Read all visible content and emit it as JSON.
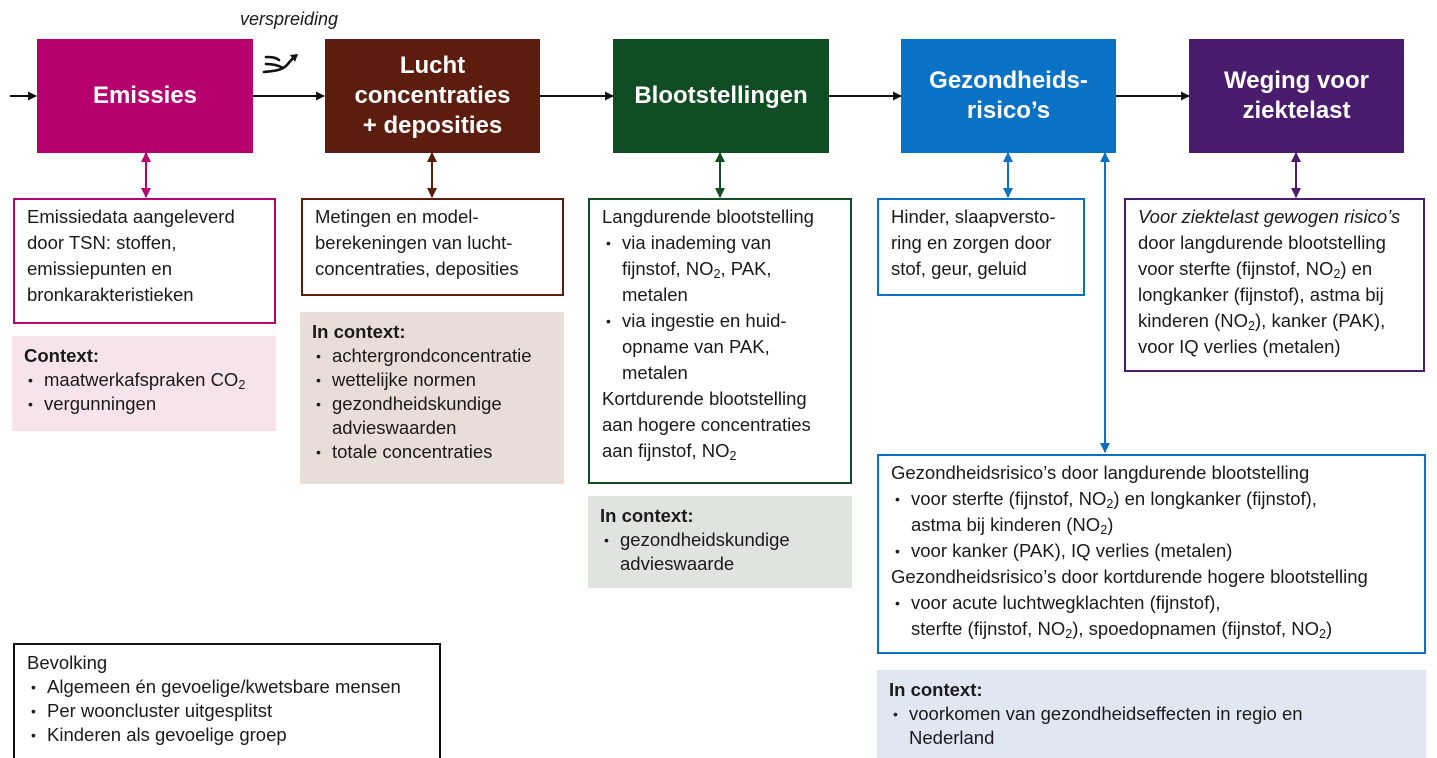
{
  "colors": {
    "emissies": "#B5006E",
    "lucht": "#5C1D0E",
    "blootstelling": "#114D24",
    "gezondheid": "#0A72C4",
    "weging": "#4A1C6E",
    "ctx_emissies": "#F6E3EC",
    "ctx_lucht": "#E8DDD8",
    "ctx_blootstelling": "#DFE4DF",
    "ctx_gezondheid": "#E1E6F3"
  },
  "flow": {
    "verspreiding_label": "verspreiding",
    "wind_icon": "wind-icon",
    "stages": {
      "emissies": "Emissies",
      "lucht": [
        "Lucht",
        "concentraties",
        "+ deposities"
      ],
      "blootstelling": "Blootstellingen",
      "gezondheid": [
        "Gezondheids-",
        "risico’s"
      ],
      "weging": [
        "Weging voor",
        "ziektelast"
      ]
    }
  },
  "descriptions": {
    "emissies": [
      "Emissiedata aangeleverd",
      "door TSN: stoffen,",
      "emissiepunten en",
      "bronkarakteristieken"
    ],
    "lucht": [
      "Metingen en model-",
      "berekeningen van lucht-",
      "concentraties, deposities"
    ],
    "blootstelling": {
      "heading1": "Langdurende blootstelling",
      "b1": [
        "via inademing van",
        "fijnstof, NO",
        ", PAK,",
        "metalen"
      ],
      "b2": [
        "via ingestie en huid-",
        "opname van PAK,",
        "metalen"
      ],
      "heading2": "Kortdurende blootstelling",
      "tail": [
        "aan hogere concentraties",
        "aan fijnstof, NO"
      ],
      "sub2": "2"
    },
    "gezondheid": [
      "Hinder, slaapversto-",
      "ring en zorgen door",
      "stof, geur, geluid"
    ],
    "weging": {
      "italic": "Voor ziektelast gewogen risico’s",
      "lines": [
        "door langdurende blootstelling",
        "voor sterfte (fijnstof, NO",
        ") en",
        "longkanker (fijnstof), astma bij",
        "kinderen (NO",
        "), kanker (PAK),",
        "voor IQ verlies (metalen)"
      ],
      "sub2": "2"
    },
    "risks": {
      "heading1": "Gezondheidsrisico’s door langdurende blootstelling",
      "b1": [
        "voor sterfte (fijnstof, NO",
        ") en longkanker (fijnstof),",
        "astma bij kinderen (NO",
        ")"
      ],
      "b2": "voor kanker (PAK), IQ verlies (metalen)",
      "heading2": "Gezondheidsrisico’s door kortdurende hogere blootstelling",
      "b3": [
        "voor acute luchtwegklachten (fijnstof),",
        "sterfte (fijnstof, NO",
        "), spoedopnamen (fijnstof, NO",
        ")"
      ],
      "sub2": "2"
    }
  },
  "contexts": {
    "emissies": {
      "heading": "Context:",
      "items": [
        "maatwerkafspraken CO",
        "vergunningen"
      ],
      "sub2": "2"
    },
    "lucht": {
      "heading": "In context:",
      "items": [
        "achtergrondconcentratie",
        "wettelijke normen",
        "gezondheidskundige",
        "advieswaarden",
        "totale concentraties"
      ]
    },
    "blootstelling": {
      "heading": "In context:",
      "items": [
        "gezondheidskundige",
        "advieswaarde"
      ]
    },
    "gezondheid": {
      "heading": "In context:",
      "items": [
        "voorkomen van gezondheidseffecten in regio en",
        "Nederland"
      ]
    }
  },
  "bevolking": {
    "heading": "Bevolking",
    "items": [
      "Algemeen én gevoelige/kwetsbare mensen",
      "Per wooncluster uitgesplitst",
      "Kinderen als gevoelige groep"
    ]
  }
}
